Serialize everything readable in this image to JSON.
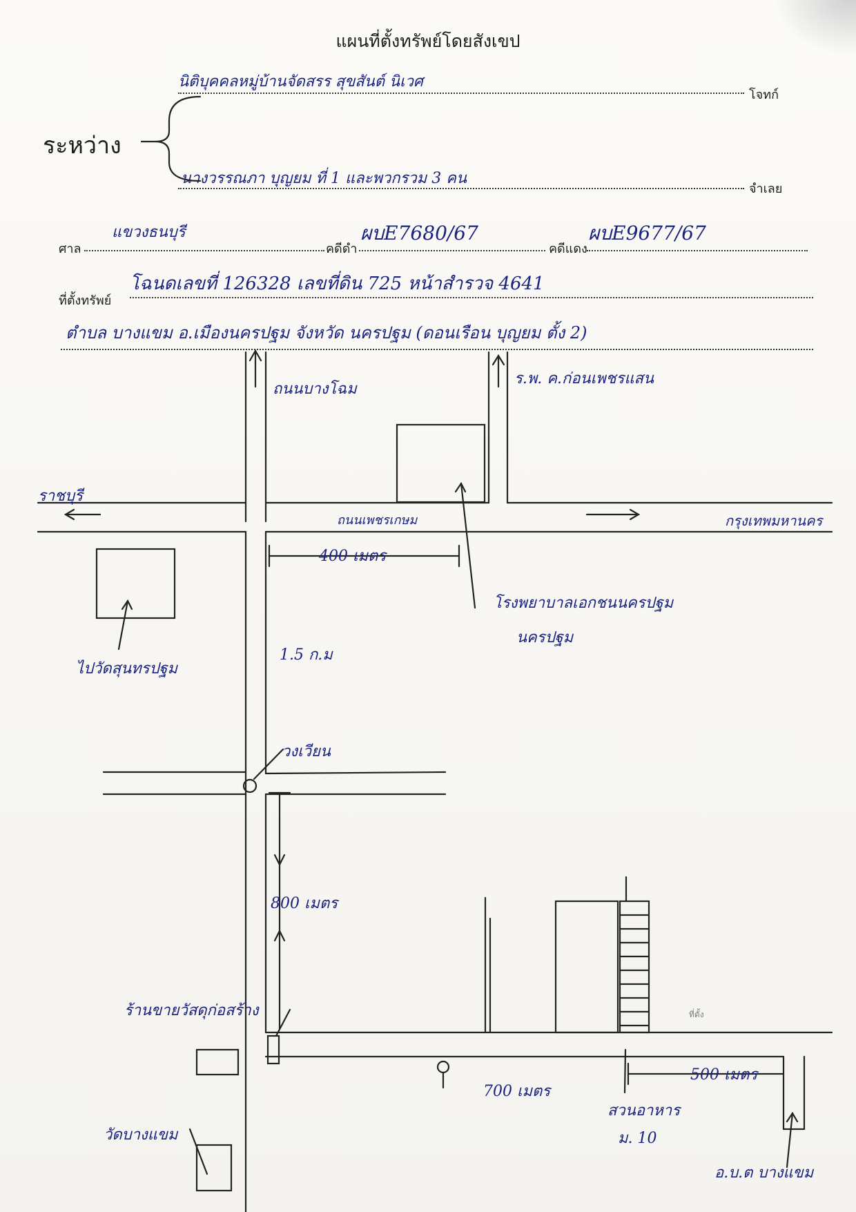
{
  "header": {
    "title": "แผนที่ตั้งทรัพย์โดยสังเขป"
  },
  "parties": {
    "between_label": "ระหว่าง",
    "plaintiff_value": "นิติบุคคลหมู่บ้านจัดสรร สุขสันต์ นิเวศ",
    "plaintiff_label": "โจทก์",
    "defendant_value": "นางวรรณภา บุญยม ที่ 1 และพวกรวม 3 คน",
    "defendant_label": "จำเลย"
  },
  "case": {
    "court_label": "ศาล",
    "court_value": "แขวงธนบุรี",
    "black_case_label": "คดีดำ",
    "black_case_value": "ผบE7680/67",
    "red_case_label": "คดีแดง",
    "red_case_value": "ผบE9677/67"
  },
  "property": {
    "location_label": "ที่ตั้งทรัพย์",
    "location_value": "โฉนดเลขที่ 126328 เลขที่ดิน 725 หน้าสำรวจ 4641",
    "location_line2": "ตำบล บางแขม อ.เมืองนครปฐม จังหวัด นครปฐม (ดอนเรือน บุญยม ตั้ง 2)"
  },
  "map_labels": {
    "top_left_road": "ถนนบางโฉม",
    "top_right_road": "ร.พ. ค.ก่อนเพชรแสน",
    "west_direction": "ราชบุรี",
    "main_road": "ถนนเพชรเกษม",
    "east_direction": "กรุงเทพมหานคร",
    "distance_1": "400 เมตร",
    "hospital_label": "โรงพยาบาลเอกชนนครปฐม",
    "hospital_label_line2": "นครปฐม",
    "temple_label": "ไปวัดสุนทรปฐม",
    "distance_2": "1.5 ก.ม",
    "circle_label": "วงเวียน",
    "distance_3": "800 เมตร",
    "shop_label": "ร้านขายวัสดุก่อสร้าง",
    "temple_bottom_label": "วัดบางแขม",
    "distance_4": "700 เมตร",
    "distance_5": "500 เมตร",
    "soi_label": "สวนอาหาร",
    "moo_label": "ม. 10",
    "bottom_right_label": "อ.บ.ต บางแขม",
    "stamp_text": "ที่ตั้ง"
  },
  "colors": {
    "ink": "#1a237e",
    "line": "#222222",
    "paper": "#f7f6f2"
  }
}
